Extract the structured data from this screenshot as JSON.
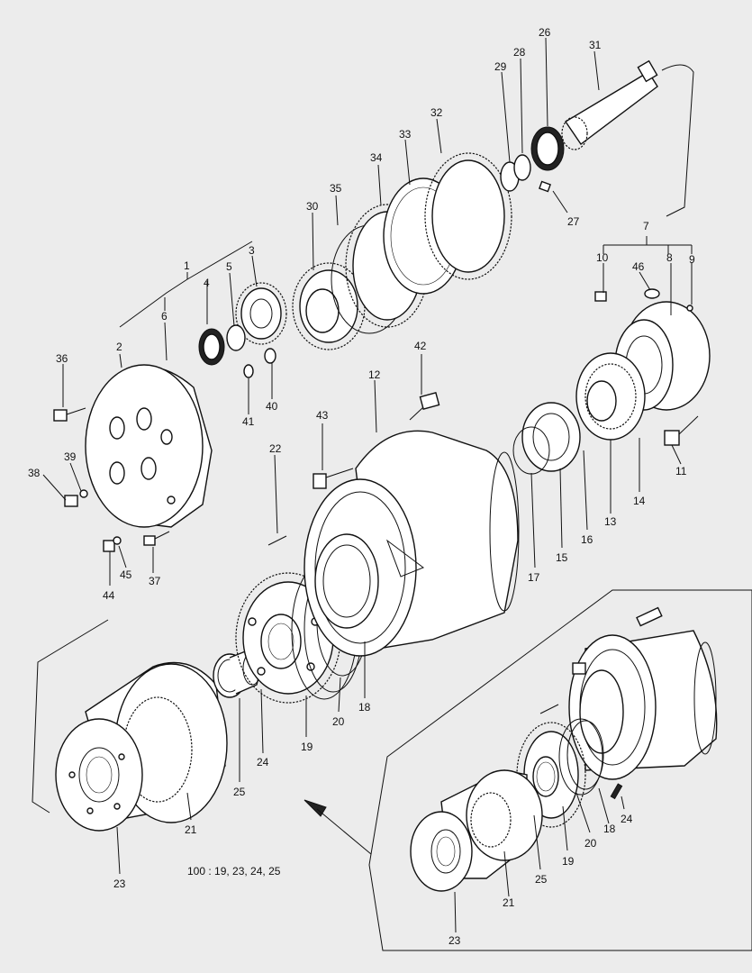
{
  "figure": {
    "parts_note": "100 : 19, 23, 24, 25"
  },
  "callouts": {
    "c1": "1",
    "c2": "2",
    "c3": "3",
    "c4": "4",
    "c5": "5",
    "c6": "6",
    "c7": "7",
    "c8": "8",
    "c9": "9",
    "c10": "10",
    "c11": "11",
    "c12": "12",
    "c13": "13",
    "c14": "14",
    "c15": "15",
    "c16": "16",
    "c17": "17",
    "c18": "18",
    "c19": "19",
    "c20": "20",
    "c21": "21",
    "c22": "22",
    "c23": "23",
    "c24": "24",
    "c25": "25",
    "c26": "26",
    "c27": "27",
    "c28": "28",
    "c29": "29",
    "c30": "30",
    "c31": "31",
    "c32": "32",
    "c33": "33",
    "c34": "34",
    "c35": "35",
    "c36": "36",
    "c37": "37",
    "c38": "38",
    "c39": "39",
    "c40": "40",
    "c41": "41",
    "c42": "42",
    "c43": "43",
    "c44": "44",
    "c45": "45",
    "c46": "46"
  },
  "inset_callouts": {
    "c18": "18",
    "c19": "19",
    "c20": "20",
    "c21": "21",
    "c23": "23",
    "c24": "24",
    "c25": "25"
  }
}
